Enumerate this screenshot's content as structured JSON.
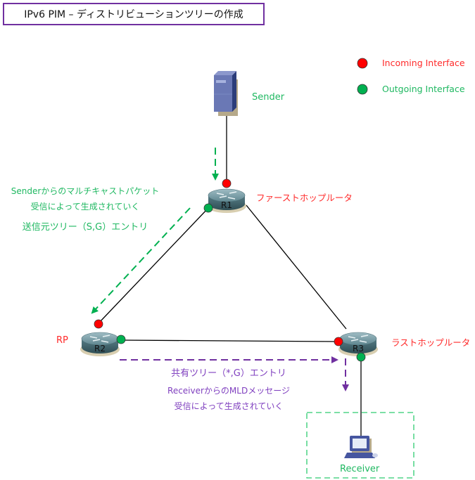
{
  "title": "IPv6 PIM – ディストリビューションツリーの作成",
  "legend": [
    {
      "label": "Incoming Interface",
      "color": "#ff0000"
    },
    {
      "label": "Outgoing Interface",
      "color": "#00b050"
    }
  ],
  "nodes": {
    "sender": {
      "label": "Sender"
    },
    "r1": {
      "label": "R1",
      "role": "ファーストホップルータ"
    },
    "r2": {
      "label": "R2",
      "role": "RP"
    },
    "r3": {
      "label": "R3",
      "role": "ラストホップルータ"
    },
    "receiver": {
      "label": "Receiver"
    }
  },
  "annotations": {
    "source_tree": {
      "line1": "Senderからのマルチキャストパケット",
      "line2": "受信によって生成されていく",
      "entry": "送信元ツリー（S,G）エントリ"
    },
    "shared_tree": {
      "entry": "共有ツリー（*,G）エントリ",
      "line1": "ReceiverからのMLDメッセージ",
      "line2": "受信によって生成されていく"
    }
  },
  "colors": {
    "incoming": "#ff0000",
    "outgoing": "#00b050",
    "source_tree_arrow": "#00b050",
    "shared_tree_arrow": "#7030a0",
    "title_border": "#7030a0"
  }
}
